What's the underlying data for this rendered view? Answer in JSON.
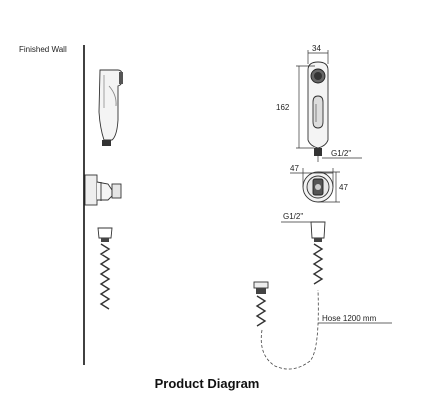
{
  "labels": {
    "finished_wall": "Finished Wall",
    "width_top": "34",
    "height_side": "162",
    "thread_top": "G1/2\"",
    "holder_width": "47",
    "holder_height": "47",
    "thread_bottom": "G1/2\"",
    "hose": "Hose 1200 mm"
  },
  "caption": "Product Diagram"
}
